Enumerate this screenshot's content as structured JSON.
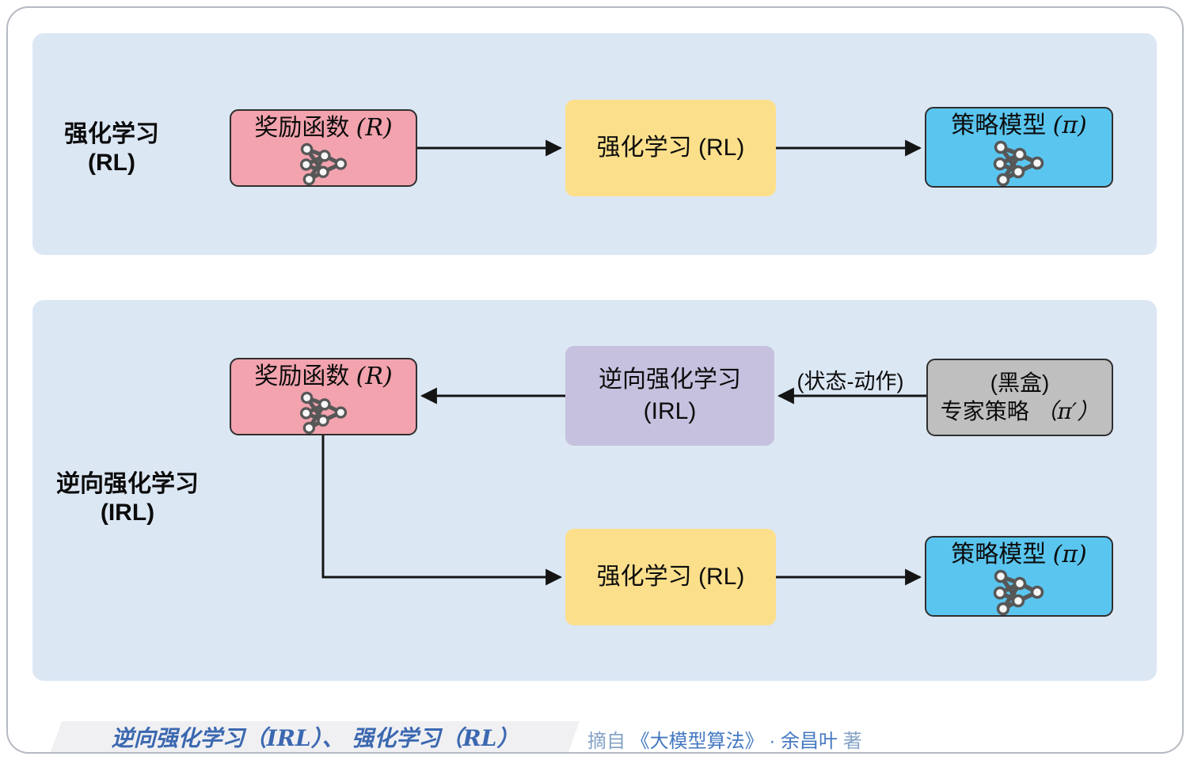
{
  "colors": {
    "panel_bg": "#dce7f4",
    "reward_box": "#f2a3ae",
    "rl_box": "#fbdf8b",
    "policy_box": "#5ac6f0",
    "irl_box": "#c6c1de",
    "expert_box": "#bfbfbf",
    "arrow": "#141414",
    "footer_strip_bg": "#f0f0f3",
    "footer_title_blue": "#3b68b0",
    "footer_source_blue": "#4479c2",
    "footer_source_muted": "#85a3c6"
  },
  "sections": {
    "rl": {
      "side_label": [
        "强化学习",
        "(RL)"
      ],
      "boxes": {
        "reward": {
          "label": "奖励函数",
          "symbol": "(R)",
          "icon": "neural-network-icon"
        },
        "rl": {
          "label": "强化学习 (RL)"
        },
        "policy": {
          "label": "策略模型",
          "symbol": "(π)",
          "icon": "neural-network-icon"
        }
      }
    },
    "irl": {
      "side_label": [
        "逆向强化学习",
        "(IRL)"
      ],
      "boxes": {
        "reward": {
          "label": "奖励函数",
          "symbol": "(R)",
          "icon": "neural-network-icon"
        },
        "irl": {
          "line1": "逆向强化学习",
          "line2": "(IRL)"
        },
        "expert": {
          "line1": "(黑盒)",
          "label": "专家策略",
          "symbol": "（π′）"
        },
        "rl": {
          "label": "强化学习 (RL)"
        },
        "policy": {
          "label": "策略模型",
          "symbol": "(π)",
          "icon": "neural-network-icon"
        }
      },
      "edge_label": "(状态-动作)"
    }
  },
  "footer": {
    "title": "逆向强化学习（IRL）、 强化学习（RL）",
    "source": {
      "prefix": "摘自",
      "book": "《大模型算法》",
      "dot": "·",
      "author": "余昌叶",
      "suffix": "著"
    }
  }
}
